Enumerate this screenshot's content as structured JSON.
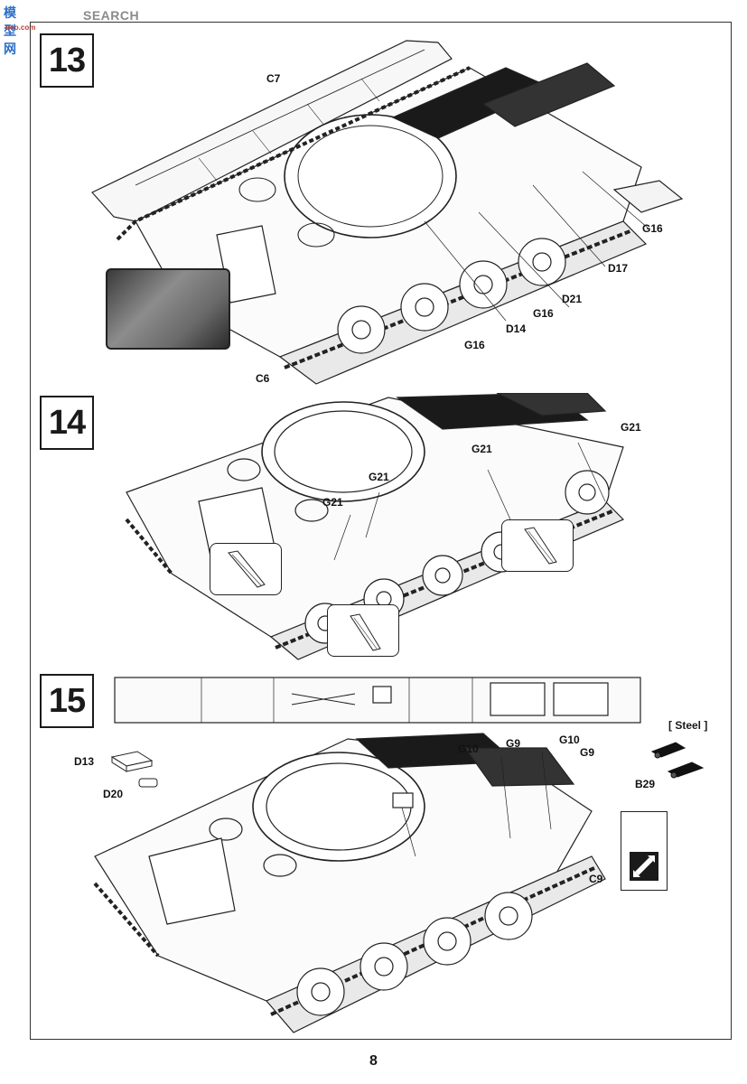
{
  "watermark": {
    "logo": "模型网",
    "search": "SEARCH",
    "url": "ooo.com"
  },
  "steps": [
    {
      "number": "13"
    },
    {
      "number": "14"
    },
    {
      "number": "15"
    }
  ],
  "step13_labels": {
    "c7": "C7",
    "g16_a": "G16",
    "d17": "D17",
    "d21": "D21",
    "g16_b": "G16",
    "d14": "D14",
    "g16_c": "G16",
    "c6": "C6"
  },
  "step14_labels": {
    "g21_a": "G21",
    "g21_b": "G21",
    "g21_c": "G21",
    "g21_d": "G21"
  },
  "step15_labels": {
    "d13": "D13",
    "d20": "D20",
    "g10_a": "G10",
    "g9_a": "G9",
    "g10_b": "G10",
    "g9_b": "G9",
    "c9": "C9",
    "steel": "[ Steel ]",
    "b29": "B29"
  },
  "page_number": "8",
  "icons": {
    "flip": "flip-part-icon"
  }
}
